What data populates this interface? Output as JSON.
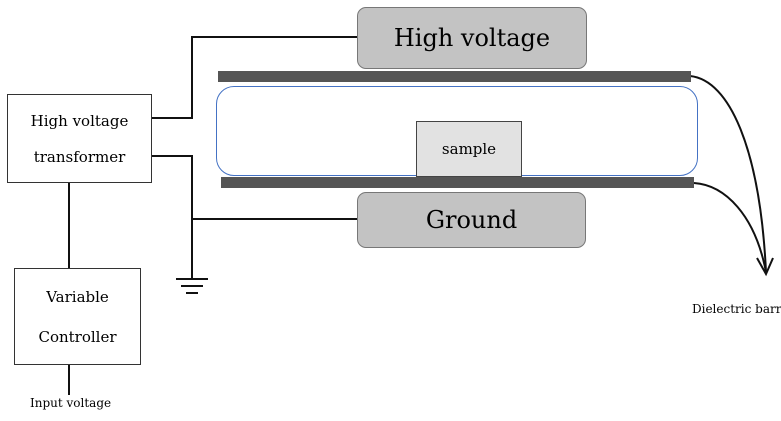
{
  "diagram": {
    "high_voltage_label": "High voltage",
    "ground_label": "Ground",
    "sample_label": "sample",
    "transformer": {
      "line1": "High voltage",
      "line2": "transformer"
    },
    "controller": {
      "line1": "Variable",
      "line2": "Controller"
    },
    "dielectric_barrier_label": "Dielectric barrier",
    "input_voltage_label": "Input voltage"
  }
}
